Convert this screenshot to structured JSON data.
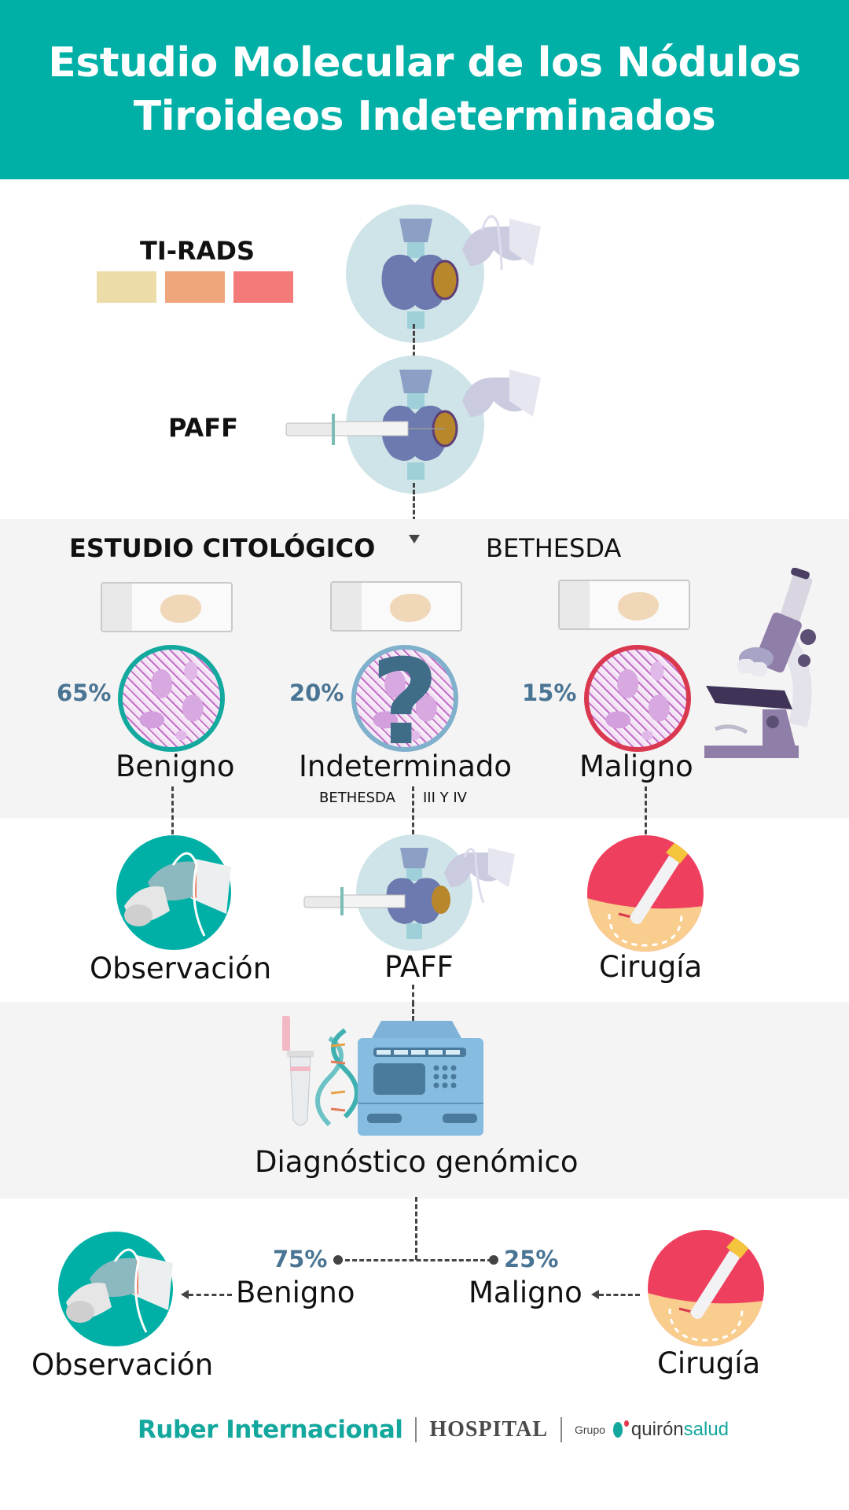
{
  "header": {
    "title_line1": "Estudio Molecular de los Nódulos",
    "title_line2": "Tiroideos Indeterminados",
    "bg_color": "#00b0a6"
  },
  "step1": {
    "label": "TI-RADS",
    "swatches": [
      "#ecdca8",
      "#efa67a",
      "#f47a79"
    ],
    "icon": "thyroid-ultrasound-icon"
  },
  "step2": {
    "label": "PAFF",
    "icon": "thyroid-fine-needle-aspiration-icon"
  },
  "cytology": {
    "title": "ESTUDIO CITOLÓGICO",
    "classification": "BETHESDA",
    "subtitle_prefix": "BETHESDA",
    "subtitle_suffix": "III Y IV",
    "categories": [
      {
        "pct": "65%",
        "label": "Benigno",
        "ring_color": "#13a99e"
      },
      {
        "pct": "20%",
        "label": "Indeterminado",
        "ring_color": "#7fb0cc"
      },
      {
        "pct": "15%",
        "label": "Maligno",
        "ring_color": "#d9384f"
      }
    ],
    "microscope_icon": "microscope-icon"
  },
  "actions": {
    "items": [
      {
        "label": "Observación",
        "icon": "ultrasound-probe-icon"
      },
      {
        "label": "PAFF",
        "icon": "thyroid-fine-needle-aspiration-icon"
      },
      {
        "label": "Cirugía",
        "icon": "scalpel-icon"
      }
    ]
  },
  "genomic": {
    "label": "Diagnóstico genómico",
    "icons": [
      "test-tube-icon",
      "dna-icon",
      "pcr-machine-icon"
    ]
  },
  "results": {
    "benign": {
      "pct": "75%",
      "label": "Benigno",
      "action": "Observación"
    },
    "malign": {
      "pct": "25%",
      "label": "Maligno",
      "action": "Cirugía"
    }
  },
  "footer": {
    "brand": "Ruber Internacional",
    "hospital": "HOSPITAL",
    "grupo": "Grupo",
    "group_brand_a": "quirón",
    "group_brand_b": "salud",
    "brand_color": "#14a79d"
  },
  "colors": {
    "teal": "#00b0a6",
    "pct_blue": "#4a7493",
    "band_gray": "#f4f4f4",
    "surgery_red": "#ef3f5e",
    "skin": "#f8cd8d"
  }
}
